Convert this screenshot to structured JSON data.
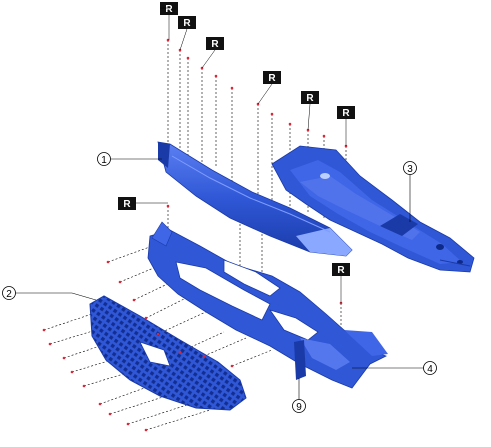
{
  "diagram": {
    "colors": {
      "part_fill": "#2f57d6",
      "part_dark": "#1a3aa8",
      "part_light": "#6e8fff",
      "leader": "#000000",
      "fastener": "#d9283a",
      "rbox_bg": "#111111"
    },
    "replace_marker": "R",
    "callouts": [
      {
        "id": "c1",
        "label": "1"
      },
      {
        "id": "c2",
        "label": "2"
      },
      {
        "id": "c3",
        "label": "3"
      },
      {
        "id": "c4",
        "label": "4"
      },
      {
        "id": "c9",
        "label": "9"
      }
    ]
  }
}
